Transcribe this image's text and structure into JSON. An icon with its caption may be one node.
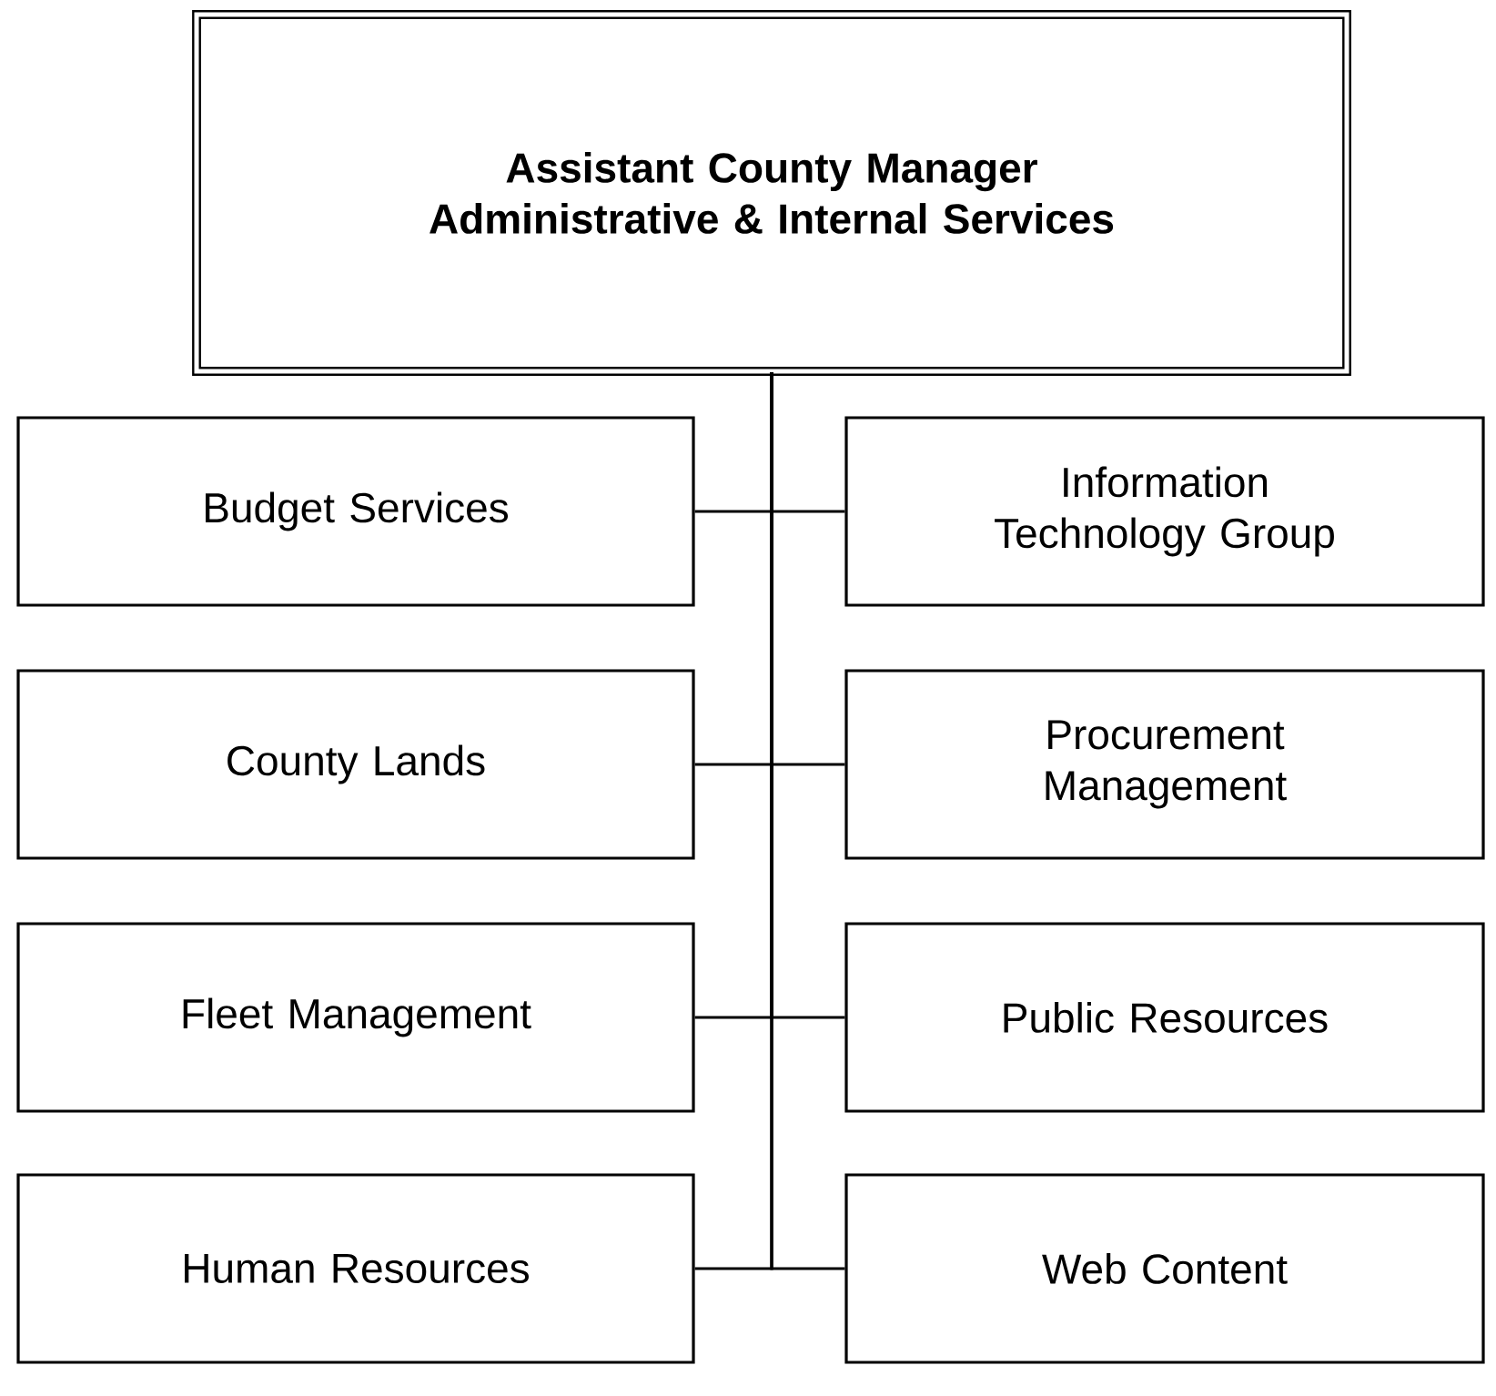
{
  "diagram": {
    "nodes": [
      {
        "text": [
          "**Assistant County Manager Administrative & Internal Services**"
        ]
      },
      {
        "text": [
          "Budget Services"
        ]
      },
      {
        "text": [
          "Information Technology Group"
        ]
      },
      {
        "text": [
          "County Lands"
        ]
      },
      {
        "text": [
          "Procurement Management"
        ]
      },
      {
        "text": [
          "Fleet Management"
        ]
      },
      {
        "text": [
          "Public Resources"
        ]
      },
      {
        "text": [
          "Human Resources"
        ]
      },
      {
        "text": [
          "Web Content"
        ]
      }
    ],
    "edges": [
      {
        "from": 0,
        "to": 1,
        "arrow": "none"
      },
      {
        "from": 0,
        "to": 2,
        "arrow": "none"
      },
      {
        "from": 0,
        "to": 3,
        "arrow": "none"
      },
      {
        "from": 0,
        "to": 4,
        "arrow": "none"
      },
      {
        "from": 0,
        "to": 5,
        "arrow": "none"
      },
      {
        "from": 0,
        "to": 6,
        "arrow": "none"
      },
      {
        "from": 0,
        "to": 7,
        "arrow": "none"
      },
      {
        "from": 0,
        "to": 8,
        "arrow": "none"
      }
    ]
  }
}
